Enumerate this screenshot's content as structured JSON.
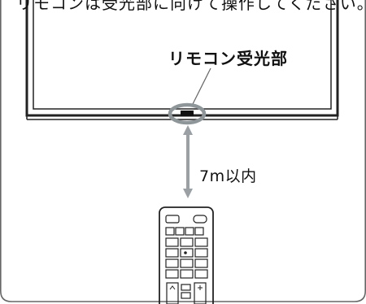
{
  "top_text": "リモコンは受光部に向けて操作してください。",
  "sensor_label": "リモコン受光部",
  "distance_label": "7m以内",
  "colors": {
    "outline": "#222222",
    "sensor_ring": "#8f9699",
    "arrow": "#9aa0a3"
  },
  "icons": {
    "tv": "tv-display-icon",
    "sensor": "ir-sensor-icon",
    "remote": "remote-control-icon",
    "arrow": "double-arrow-icon"
  }
}
